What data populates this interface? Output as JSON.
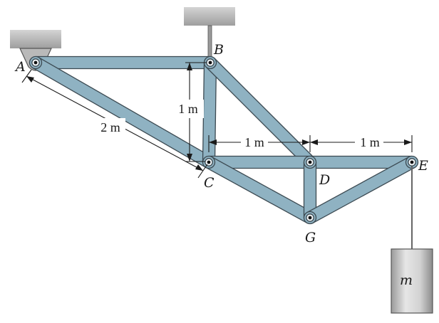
{
  "joints": {
    "A": "A",
    "B": "B",
    "C": "C",
    "D": "D",
    "E": "E",
    "G": "G"
  },
  "dimensions": {
    "vertical_BC": "1 m",
    "horizontal_CD": "1 m",
    "horizontal_DE": "1 m",
    "diagonal_AC": "2 m"
  },
  "mass_label": "m",
  "colors": {
    "member_fill": "#8fb2c2",
    "member_edge": "#3c4a52",
    "support": "#bdbdbd",
    "mass_block": "#c7c7c7"
  }
}
